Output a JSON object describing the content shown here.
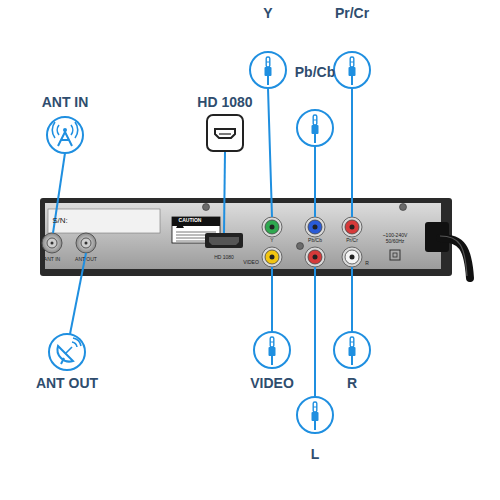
{
  "diagram": {
    "labels": [
      "ANT IN",
      "HD 1080",
      "Y",
      "Pb/Cb",
      "Pr/Cr",
      "ANT OUT",
      "VIDEO",
      "L",
      "R",
      "S/N:",
      "CAUTION",
      "ANT IN",
      "ANT OUT",
      "HD 1080",
      "Y",
      "Pb/Cb",
      "Pr/Cr",
      "VIDEO",
      "R",
      "~100-240V 50/60Hz"
    ]
  }
}
